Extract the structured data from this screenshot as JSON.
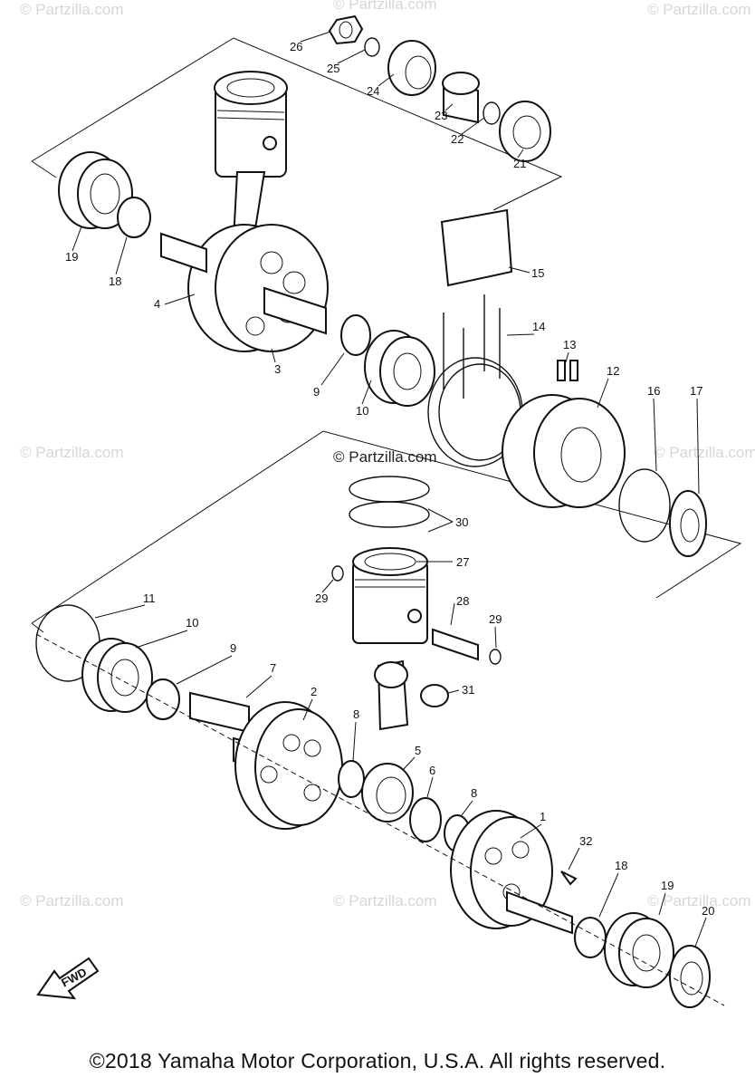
{
  "watermarks": {
    "text": "© Partzilla.com",
    "center_text": "© Partzilla.com"
  },
  "labels": [
    "1",
    "2",
    "3",
    "4",
    "5",
    "6",
    "7",
    "8",
    "8",
    "9",
    "9",
    "10",
    "10",
    "11",
    "12",
    "13",
    "14",
    "15",
    "16",
    "17",
    "18",
    "18",
    "19",
    "19",
    "20",
    "21",
    "22",
    "23",
    "24",
    "25",
    "26",
    "27",
    "28",
    "29",
    "29",
    "30",
    "31",
    "32"
  ],
  "fwd_label": "FWD",
  "copyright": "©2018  Yamaha Motor Corporation, U.S.A. All rights reserved."
}
